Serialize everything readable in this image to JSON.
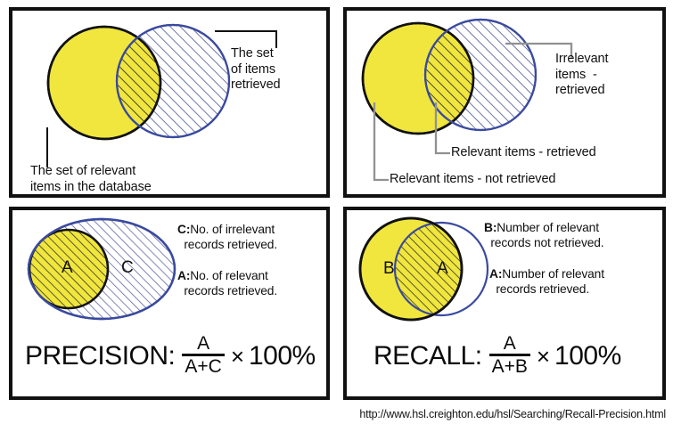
{
  "figure": {
    "title": "Recall and Precision Venn diagrams",
    "source_url": "http://www.hsl.creighton.edu/hsl/Searching/Recall-Precision.html"
  },
  "colors": {
    "yellow_fill": "#F0E63D",
    "hatch_blue": "#4A5694",
    "outline_blue": "#3A4A9F",
    "outline_black": "#111111",
    "leader_gray": "#919191",
    "leader_black": "#111111",
    "panel_border": "#111111",
    "background": "#FFFFFF"
  },
  "panels": {
    "top_left": {
      "name": "basic-venn",
      "labels": {
        "retrieved_set": "The set\nof items\nretrieved",
        "relevant_set": "The set of relevant\nitems in the database"
      },
      "regions": [
        {
          "id": "relevant-only",
          "fill": "yellow",
          "description": "set of relevant items in the database"
        },
        {
          "id": "overlap",
          "fill": "yellow-hatched",
          "description": "relevant and retrieved"
        },
        {
          "id": "retrieved-only",
          "fill": "hatched",
          "description": "set of items retrieved"
        }
      ]
    },
    "top_right": {
      "name": "annotated-venn",
      "labels": {
        "irrelevant_retrieved": "Irrelevant\nitems  -\nretrieved",
        "relevant_retrieved": "Relevant items - retrieved",
        "relevant_not_retrieved": "Relevant items - not retrieved"
      },
      "regions": [
        {
          "id": "relevant-not-retrieved",
          "fill": "yellow"
        },
        {
          "id": "relevant-retrieved",
          "fill": "yellow-hatched"
        },
        {
          "id": "irrelevant-retrieved",
          "fill": "hatched"
        }
      ]
    },
    "bottom_left": {
      "name": "precision",
      "set_letters": [
        {
          "letter": "A",
          "region": "relevant-retrieved"
        },
        {
          "letter": "C",
          "region": "irrelevant-retrieved"
        }
      ],
      "definitions": [
        {
          "key": "C:",
          "text": "No. of irrelevant\n  records retrieved."
        },
        {
          "key": "A:",
          "text": "No. of relevant\n  records retrieved."
        }
      ],
      "formula": {
        "word": "PRECISION:",
        "numerator": "A",
        "denominator": "A+C",
        "times": "×",
        "percent": "100%"
      }
    },
    "bottom_right": {
      "name": "recall",
      "set_letters": [
        {
          "letter": "B",
          "region": "relevant-not-retrieved"
        },
        {
          "letter": "A",
          "region": "relevant-retrieved"
        }
      ],
      "definitions": [
        {
          "key": "B:",
          "text": "Number of relevant\n  records not retrieved."
        },
        {
          "key": "A:",
          "text": "Number of relevant\n  records retrieved."
        }
      ],
      "formula": {
        "word": "RECALL:",
        "numerator": "A",
        "denominator": "A+B",
        "times": "×",
        "percent": "100%"
      }
    }
  }
}
